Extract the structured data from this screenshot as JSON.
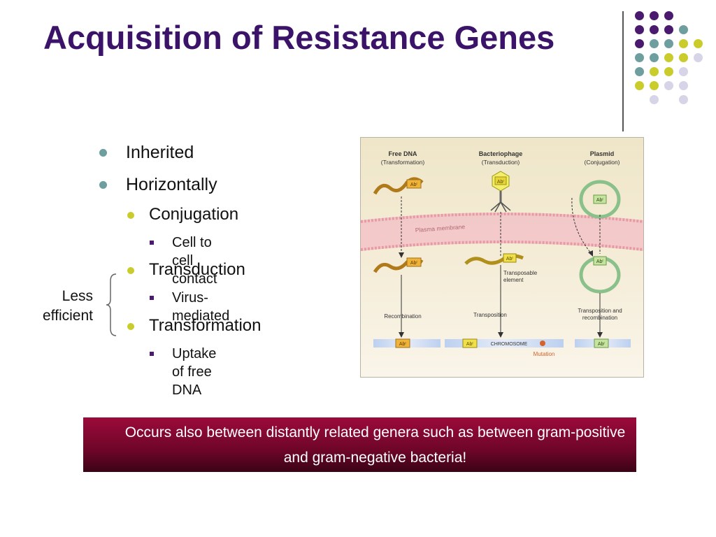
{
  "title": "Acquisition of Resistance Genes",
  "bullets": {
    "inherited": "Inherited",
    "horizontally": "Horizontally",
    "conjugation": "Conjugation",
    "cell_contact": "Cell to cell contact",
    "transduction": "Transduction",
    "virus_mediated": "Virus-mediated",
    "transformation": "Transformation",
    "uptake": "Uptake of free DNA"
  },
  "side_label": {
    "line1": "Less",
    "line2": "efficient"
  },
  "figure": {
    "col1_title": "Free DNA",
    "col1_sub": "(Transformation)",
    "col2_title": "Bacteriophage",
    "col2_sub": "(Transduction)",
    "col3_title": "Plasmid",
    "col3_sub": "(Conjugation)",
    "membrane": "Plasma membrane",
    "gene": "Abʳ",
    "transposable1": "Transposable",
    "transposable2": "element",
    "recombination": "Recombination",
    "transposition": "Transposition",
    "trans_recomb1": "Transposition and",
    "trans_recomb2": "recombination",
    "chromosome": "CHROMOSOME",
    "mutation": "Mutation"
  },
  "banner": "Occurs also between distantly related genera such as between gram-positive and gram-negative bacteria!",
  "colors": {
    "title": "#3b1469",
    "purple": "#4a1a6e",
    "teal": "#6e9e9e",
    "lime": "#c9cc2a",
    "lavender": "#d6d4e6",
    "banner": "#7a0830"
  }
}
